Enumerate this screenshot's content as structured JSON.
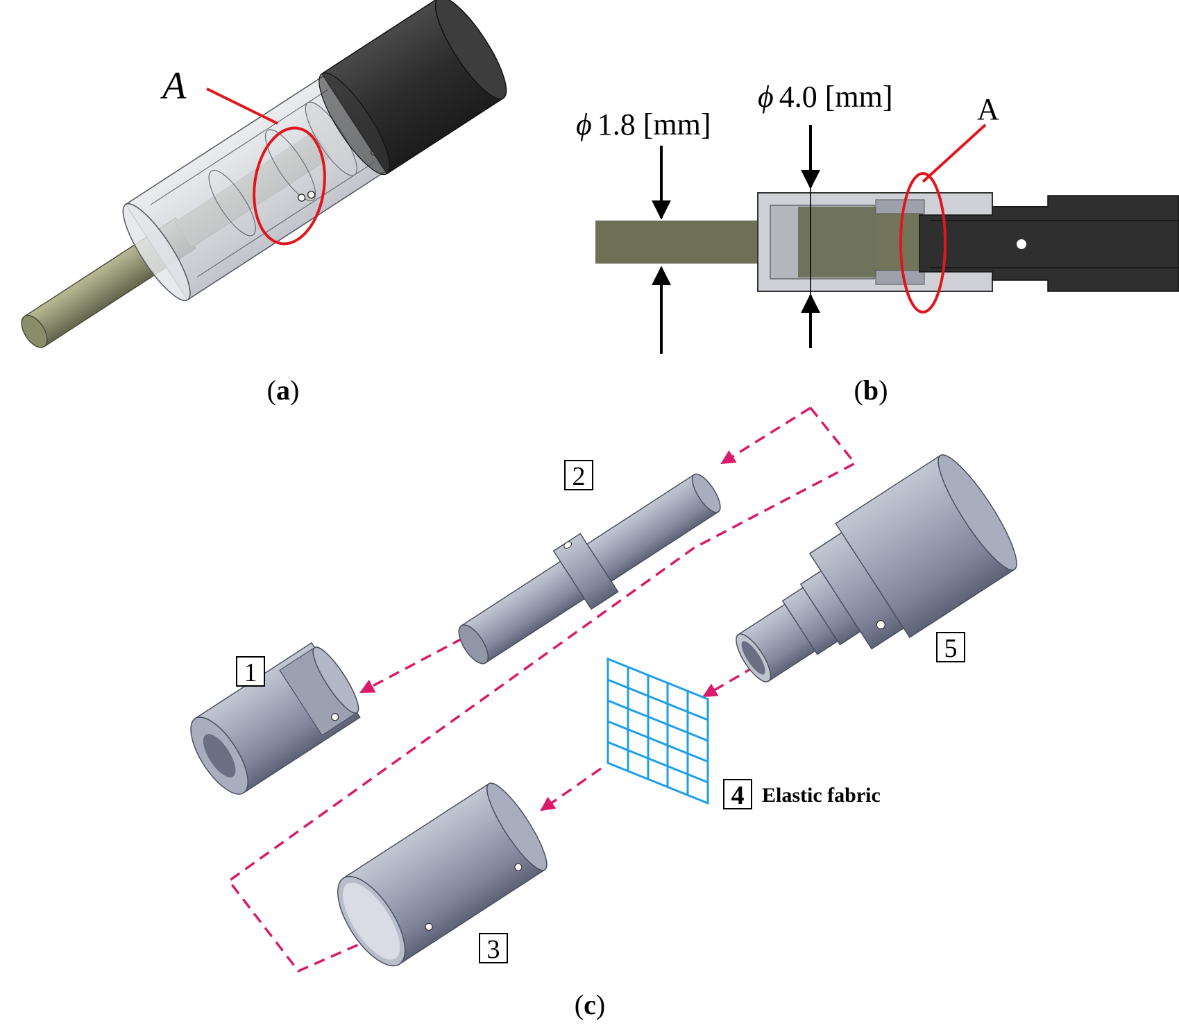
{
  "panel_a": {
    "label_A": "A",
    "caption": {
      "open": "(",
      "letter": "a",
      "close": ")"
    }
  },
  "panel_b": {
    "dim_small": {
      "symbol": "ϕ",
      "value": "1.8 [mm]"
    },
    "dim_large": {
      "symbol": "ϕ",
      "value": "4.0 [mm]"
    },
    "label_A": "A",
    "caption": {
      "open": "(",
      "letter": "b",
      "close": ")"
    }
  },
  "panel_c": {
    "parts": [
      {
        "id": "1"
      },
      {
        "id": "2"
      },
      {
        "id": "3"
      },
      {
        "id": "4",
        "desc": "Elastic fabric"
      },
      {
        "id": "5"
      }
    ],
    "caption": {
      "open": "(",
      "letter": "c",
      "close": ")"
    }
  },
  "colors": {
    "highlight": "#e0161e",
    "assembly_arrow": "#d81b6a",
    "fabric": "#1f9fe6",
    "metal": "#8e94a8",
    "shaft": "#6f7258",
    "dark_part": "#2e2e2e"
  }
}
